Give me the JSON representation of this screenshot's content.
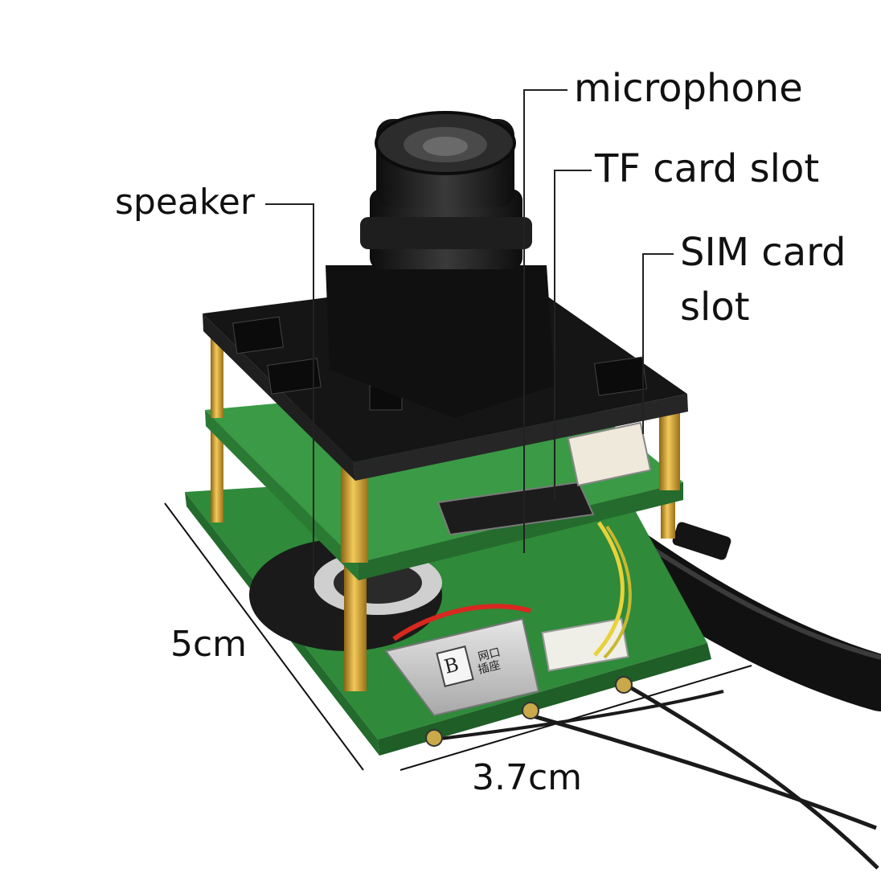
{
  "labels": {
    "microphone": "microphone",
    "tf_card_slot": "TF card slot",
    "sim_card_slot_line1": "SIM card",
    "sim_card_slot_line2": "slot",
    "speaker": "speaker",
    "width_dim": "5cm",
    "depth_dim": "3.7cm"
  },
  "board_marks": {
    "port_label_1": "网口",
    "port_label_2": "插座",
    "port_letter": "B"
  },
  "colors": {
    "background": "#ffffff",
    "pcb_black": "#151515",
    "pcb_green": "#2f8a3a",
    "standoff_gold": "#c99a2e",
    "lens_black": "#1b1b1b",
    "cable_black": "#141414",
    "wire_yellow": "#e8d23a",
    "wire_red": "#d8281f",
    "label_text": "#111111"
  }
}
